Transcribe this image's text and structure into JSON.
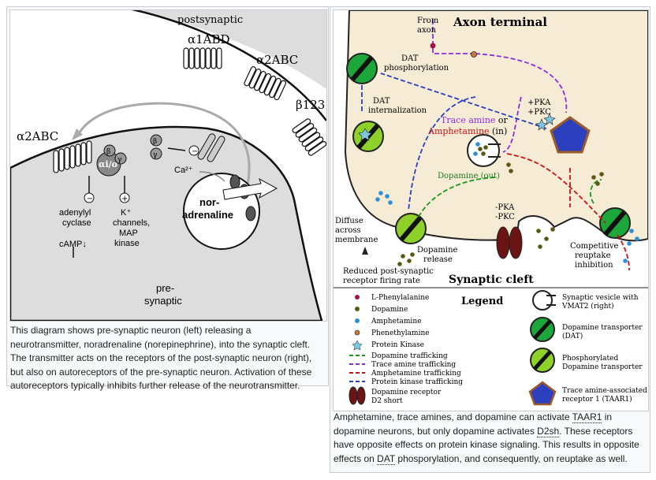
{
  "left_figure": {
    "labels": {
      "postsynaptic": "postsynaptic",
      "alpha1abd": "α1ABD",
      "alpha2abc_top": "α2ABC",
      "beta123": "β123",
      "alpha2abc_left": "α2ABC",
      "alpha_io": "αi/o",
      "beta_small": "β",
      "gamma_small": "γ",
      "beta_small_2": "β",
      "gamma_small_2": "γ",
      "minus": "−",
      "plus": "+",
      "minus_2": "−",
      "minus_3": "−",
      "adenylyl_cyclase": "adenylyl\ncyclase",
      "camp": "cAMP↓",
      "k_channels": "K⁺\nchannels,\nMAP\nkinase",
      "ca2": "Ca²⁺",
      "noradrenaline": "nor-\nadrenaline",
      "presynaptic": "pre-\nsynaptic"
    }
  },
  "left_caption": "This diagram shows pre-synaptic neuron (left) releasing a neurotransmitter, noradrenaline (norepinephrine), into the synaptic cleft. The transmitter acts on the receptors of the post-synaptic neuron (right), but also on autoreceptors of the pre-synaptic neuron. Activation of these autoreceptors typically inhibits further release of the neurotransmitter.",
  "right_figure": {
    "labels": {
      "from_axon": "From\naxon",
      "axon_terminal": "Axon terminal",
      "dat_phosphorylation": "DAT\nphosphorylation",
      "dat_internalization": "DAT\ninternalization",
      "pka_pkc_plus": "+PKA\n+PKC",
      "trace_amine": "Trace amine",
      "or": " or",
      "amphetamine_in": "Amphetamine",
      "in_suffix": " (in)",
      "dopamine_out": "Dopamine (out)",
      "pka_pkc_minus": "-PKA\n-PKC",
      "diffuse": "Diffuse\nacross\nmembrane",
      "dopamine_release": "Dopamine\nrelease",
      "competitive": "Competitive\nreuptake\ninhibition",
      "reduced": "Reduced post-synaptic\nreceptor firing rate",
      "synaptic_cleft": "Synaptic cleft"
    },
    "legend": {
      "title": "Legend",
      "items": [
        "L-Phenylalanine",
        "Dopamine",
        "Amphetamine",
        "Phenethylamine",
        "Protein Kinase",
        "Dopamine trafficking",
        "Trace amine trafficking",
        "Amphetamine trafficking",
        "Protein kinase trafficking",
        "Dopamine receptor\nD2 short",
        "Synaptic vesicle with\nVMAT2 (right)",
        "Dopamine transporter\n(DAT)",
        "Phosphorylated\nDopamine transporter",
        "Trace amine-associated\nreceptor 1 (TAAR1)"
      ]
    },
    "colors": {
      "dopamine": "#5a5a14",
      "amphetamine": "#2e8fd6",
      "phenethylamine": "#c97a3a",
      "phenylalanine": "#a31545",
      "kinase": "#7cc6e0",
      "dopamine_line": "#1a9a1a",
      "trace_line": "#8a2be2",
      "amph_line": "#cc1111",
      "kinase_line": "#2a3ec4",
      "cytoplasm": "#f6ecd6",
      "dat": "#1da63a",
      "pdat": "#8fd12a",
      "taar1": "#2c3fbf",
      "d2": "#6b1414"
    }
  },
  "right_caption": {
    "part1": "Amphetamine, trace amines, and dopamine can activate ",
    "taar1": "TAAR1",
    "part2": " in dopamine neurons, but only dopamine activates ",
    "d2sh": "D2sh",
    "part3": ". These receptors have opposite effects on protein kinase signaling. This results in opposite effects on ",
    "dat": "DAT",
    "part4": " phosporylation, and consequently, on reuptake as well."
  }
}
